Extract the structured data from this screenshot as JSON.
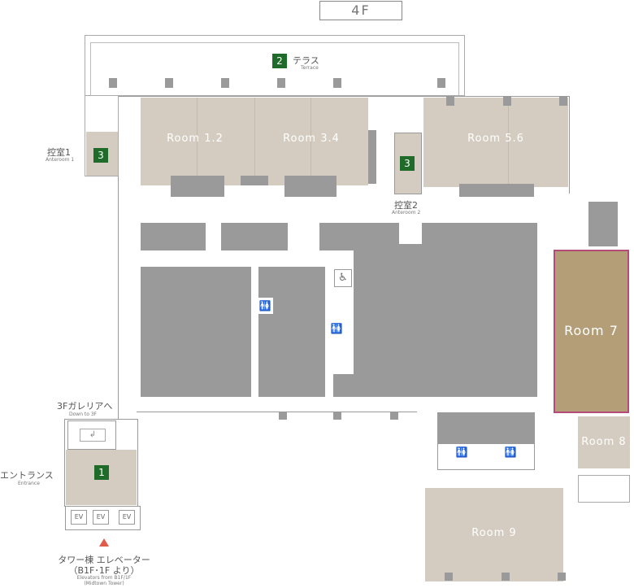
{
  "floor": "4F",
  "rooms": {
    "r12": "Room 1.2",
    "r34": "Room 3.4",
    "r56": "Room 5.6",
    "r7": "Room 7",
    "r8": "Room 8",
    "r9": "Room 9"
  },
  "terrace": {
    "badge": "2",
    "jp": "テラス",
    "en": "Terrace"
  },
  "anteroom1": {
    "badge": "3",
    "jp": "控室1",
    "en": "Anteroom 1"
  },
  "anteroom2": {
    "badge": "3",
    "jp": "控室2",
    "en": "Anteroom 2"
  },
  "galleria": {
    "jp": "3Fガレリアへ",
    "en": "Down to 3F"
  },
  "entrance": {
    "badge": "1",
    "jp": "エントランス",
    "en": "Entrance"
  },
  "elevators": {
    "labels": [
      "EV",
      "EV",
      "EV"
    ],
    "jp1": "タワー棟 エレベーター",
    "jp2": "（B1F･1F より）",
    "en1": "Elevators from B1F/1F",
    "en2": "(Midtown Tower)"
  },
  "colors": {
    "room": "#d4ccc0",
    "highlight": "#b39e78",
    "highlight_border": "#b44a78",
    "badge": "#1f6b2a"
  },
  "icons": [
    "restroom-icon",
    "wheelchair-icon",
    "marker-triangle-icon"
  ]
}
